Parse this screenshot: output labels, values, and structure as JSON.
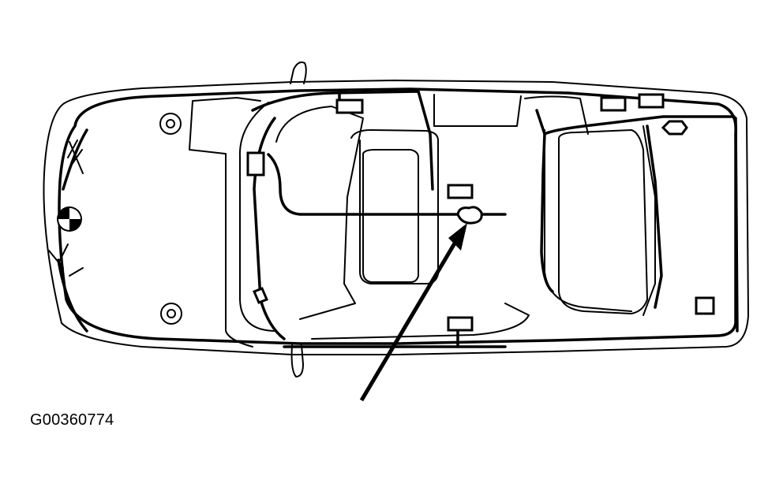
{
  "figure": {
    "caption": "G00360774",
    "subject": "vehicle top view with wiring harness routing",
    "colors": {
      "line": "#000000",
      "background": "#ffffff"
    },
    "callout": {
      "type": "arrow",
      "target": "roof-center-connector"
    }
  }
}
